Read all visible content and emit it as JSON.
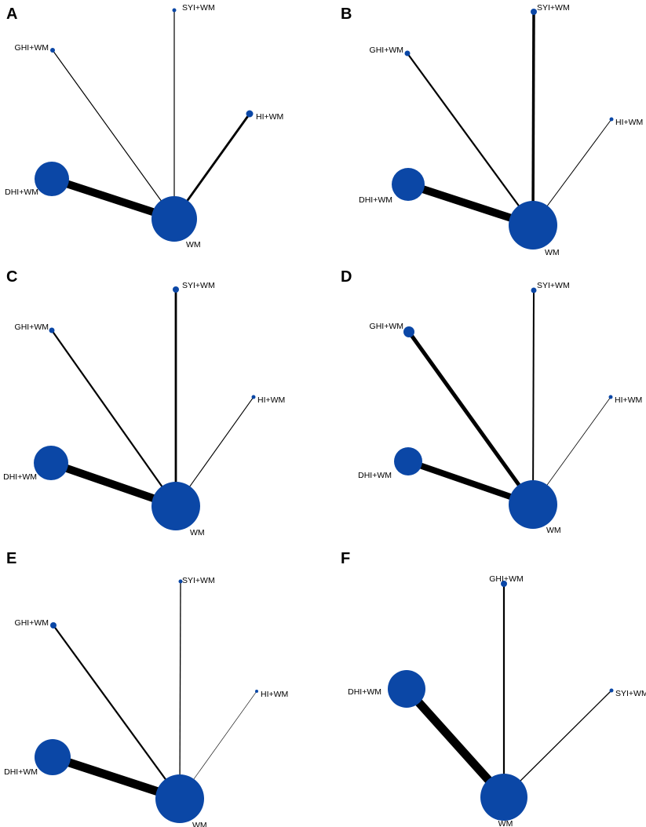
{
  "colors": {
    "node": "#0b47a6",
    "edge": "#000000",
    "label": "#000000",
    "background": "#ffffff"
  },
  "panels": [
    {
      "letter": "A",
      "nodes": [
        {
          "id": "syi",
          "label": "SYI+WM"
        },
        {
          "id": "ghi",
          "label": "GHI+WM"
        },
        {
          "id": "hi",
          "label": "HI+WM"
        },
        {
          "id": "dhi",
          "label": "DHI+WM"
        },
        {
          "id": "wm",
          "label": "WM"
        }
      ],
      "edges": [
        {
          "from": "wm",
          "to": "syi"
        },
        {
          "from": "wm",
          "to": "ghi"
        },
        {
          "from": "wm",
          "to": "hi"
        },
        {
          "from": "wm",
          "to": "dhi"
        }
      ]
    },
    {
      "letter": "B",
      "nodes": [
        {
          "id": "syi",
          "label": "SYI+WM"
        },
        {
          "id": "ghi",
          "label": "GHI+WM"
        },
        {
          "id": "hi",
          "label": "HI+WM"
        },
        {
          "id": "dhi",
          "label": "DHI+WM"
        },
        {
          "id": "wm",
          "label": "WM"
        }
      ],
      "edges": [
        {
          "from": "wm",
          "to": "syi"
        },
        {
          "from": "wm",
          "to": "ghi"
        },
        {
          "from": "wm",
          "to": "hi"
        },
        {
          "from": "wm",
          "to": "dhi"
        }
      ]
    },
    {
      "letter": "C",
      "nodes": [
        {
          "id": "syi",
          "label": "SYI+WM"
        },
        {
          "id": "ghi",
          "label": "GHI+WM"
        },
        {
          "id": "hi",
          "label": "HI+WM"
        },
        {
          "id": "dhi",
          "label": "DHI+WM"
        },
        {
          "id": "wm",
          "label": "WM"
        }
      ],
      "edges": [
        {
          "from": "wm",
          "to": "syi"
        },
        {
          "from": "wm",
          "to": "ghi"
        },
        {
          "from": "wm",
          "to": "hi"
        },
        {
          "from": "wm",
          "to": "dhi"
        }
      ]
    },
    {
      "letter": "D",
      "nodes": [
        {
          "id": "syi",
          "label": "SYI+WM"
        },
        {
          "id": "ghi",
          "label": "GHI+WM"
        },
        {
          "id": "hi",
          "label": "HI+WM"
        },
        {
          "id": "dhi",
          "label": "DHI+WM"
        },
        {
          "id": "wm",
          "label": "WM"
        }
      ],
      "edges": [
        {
          "from": "wm",
          "to": "syi"
        },
        {
          "from": "wm",
          "to": "ghi"
        },
        {
          "from": "wm",
          "to": "hi"
        },
        {
          "from": "wm",
          "to": "dhi"
        }
      ]
    },
    {
      "letter": "E",
      "nodes": [
        {
          "id": "syi",
          "label": "SYI+WM"
        },
        {
          "id": "ghi",
          "label": "GHI+WM"
        },
        {
          "id": "hi",
          "label": "HI+WM"
        },
        {
          "id": "dhi",
          "label": "DHI+WM"
        },
        {
          "id": "wm",
          "label": "WM"
        }
      ],
      "edges": [
        {
          "from": "wm",
          "to": "syi"
        },
        {
          "from": "wm",
          "to": "ghi"
        },
        {
          "from": "wm",
          "to": "hi"
        },
        {
          "from": "wm",
          "to": "dhi"
        }
      ]
    },
    {
      "letter": "F",
      "nodes": [
        {
          "id": "ghi",
          "label": "GHI+WM"
        },
        {
          "id": "dhi",
          "label": "DHI+WM"
        },
        {
          "id": "syi",
          "label": "SYI+WM"
        },
        {
          "id": "wm",
          "label": "WM"
        }
      ],
      "edges": [
        {
          "from": "wm",
          "to": "ghi"
        },
        {
          "from": "wm",
          "to": "dhi"
        },
        {
          "from": "wm",
          "to": "syi"
        }
      ]
    }
  ]
}
